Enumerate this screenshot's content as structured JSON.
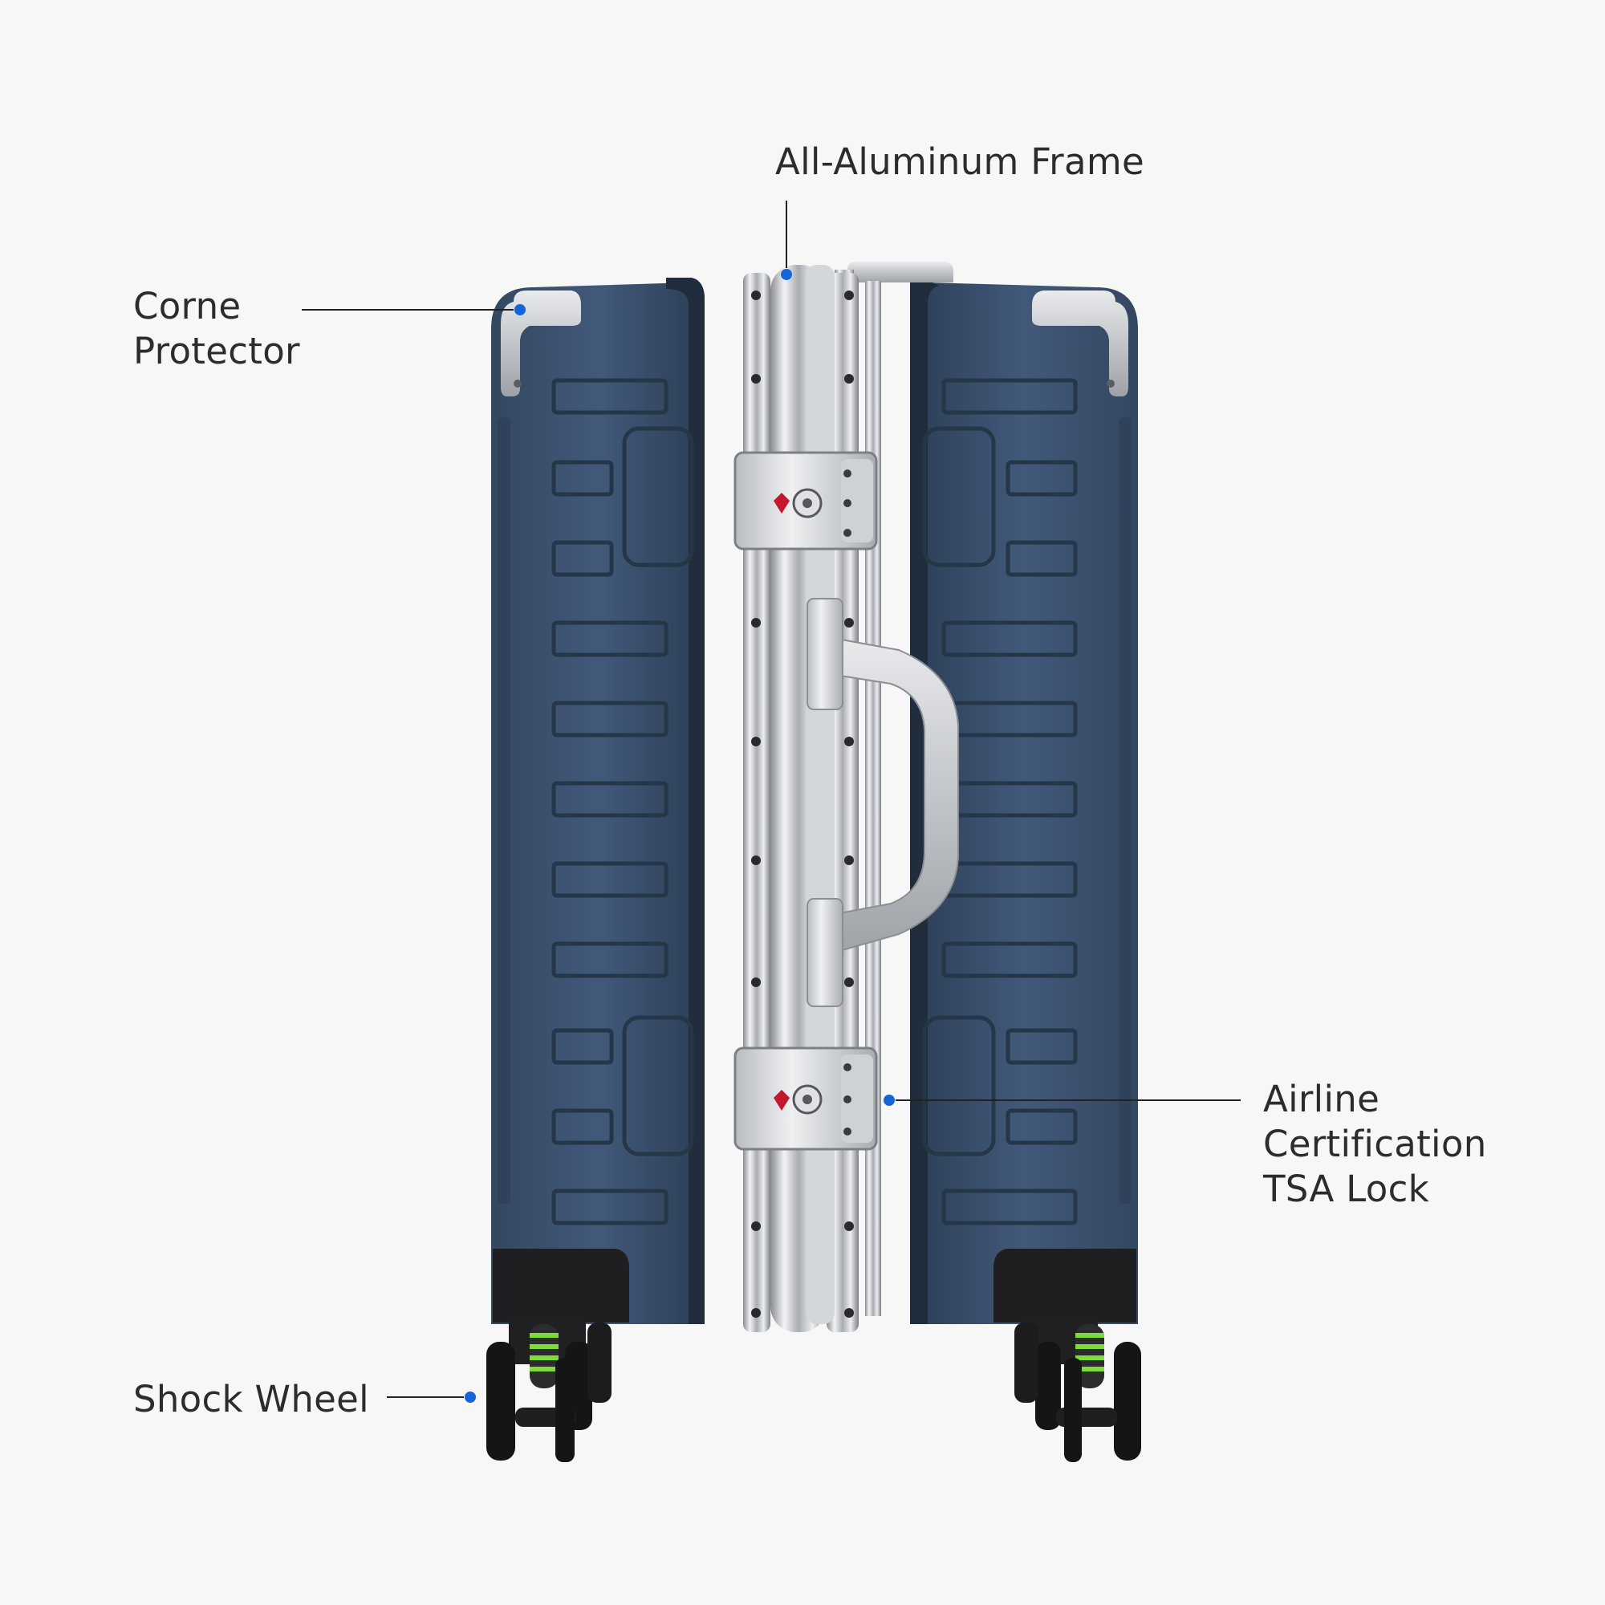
{
  "callouts": {
    "frame": {
      "lines": [
        "All-Aluminum Frame"
      ]
    },
    "corner": {
      "lines": [
        "Corne",
        "Protector"
      ]
    },
    "tsa": {
      "lines": [
        "Airline",
        "Certification",
        "TSA Lock"
      ]
    },
    "wheel": {
      "lines": [
        "Shock Wheel"
      ]
    }
  },
  "colors": {
    "background": "#f7f7f7",
    "shell_blue": "#3f5675",
    "aluminum": "#c9cbce",
    "marker": "#1565d8",
    "leader": "#222222",
    "wheel_black": "#1c1c1c",
    "suspension_green": "#7ddc3a",
    "tsa_red": "#c4182f"
  }
}
